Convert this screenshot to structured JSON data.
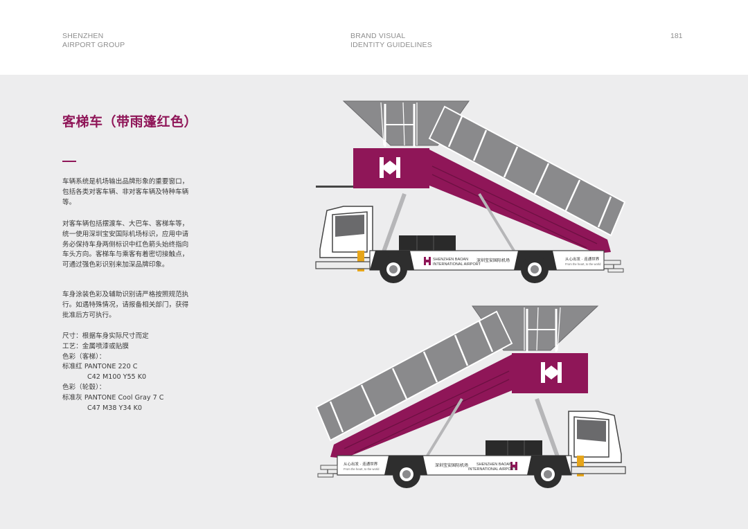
{
  "header": {
    "org_line1": "SHENZHEN",
    "org_line2": "AIRPORT GROUP",
    "section_line1": "BRAND VISUAL",
    "section_line2": "IDENTITY GUIDELINES",
    "page_number": "181"
  },
  "title": "客梯车（带雨篷红色）",
  "paragraphs": [
    "车辆系统是机场输出品牌形象的重要窗口，包括各类对客车辆、非对客车辆及特种车辆等。",
    "对客车辆包括摆渡车、大巴车、客梯车等，统一使用深圳宝安国际机场标识，应用中请务必保持车身两侧标识中红色箭头始终指向车头方向。客梯车与乘客有着密切接触点，可通过强色彩识别来加深品牌印象。",
    "车身涂装色彩及辅助识别请严格按照规范执行。如遇特殊情况，请报备相关部门，获得批准后方可执行。"
  ],
  "specs": {
    "size": "尺寸：根据车身实际尺寸而定",
    "process": "工艺：金属喷漆或贴膜",
    "color_body_label": "色彩（客梯）：",
    "color_body_pantone": "标准红 PANTONE 220 C",
    "color_body_cmyk": "C42 M100 Y55 K0",
    "color_wheel_label": "色彩（轮毂）：",
    "color_wheel_pantone": "标准灰 PANTONE Cool Gray 7 C",
    "color_wheel_cmyk": "C47 M38 Y34 K0"
  },
  "vehicle_text": {
    "airport_en_1": "SHENZHEN BAOAN",
    "airport_en_2": "INTERNATIONAL AIRPORT",
    "airport_cn": "深圳宝安国际机场",
    "slogan_cn": "从心出发 · 连通世界",
    "slogan_en": "From the heart, to the world"
  },
  "colors": {
    "brand_red": "#8f1658",
    "brand_gray": "#8a8a8c",
    "background": "#ededee"
  }
}
